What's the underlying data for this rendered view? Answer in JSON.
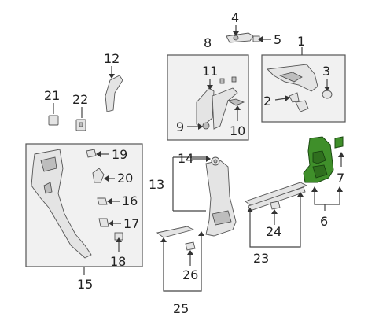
{
  "diagram": {
    "callouts": {
      "c1": "1",
      "c2": "2",
      "c3": "3",
      "c4": "4",
      "c5": "5",
      "c6": "6",
      "c7": "7",
      "c8": "8",
      "c9": "9",
      "c10": "10",
      "c11": "11",
      "c12": "12",
      "c13": "13",
      "c14": "14",
      "c15": "15",
      "c16": "16",
      "c17": "17",
      "c18": "18",
      "c19": "19",
      "c20": "20",
      "c21": "21",
      "c22": "22",
      "c23": "23",
      "c24": "24",
      "c25": "25",
      "c26": "26"
    },
    "highlight_color": "#3f8f2a",
    "highlighted_parts": [
      "6",
      "7"
    ]
  }
}
